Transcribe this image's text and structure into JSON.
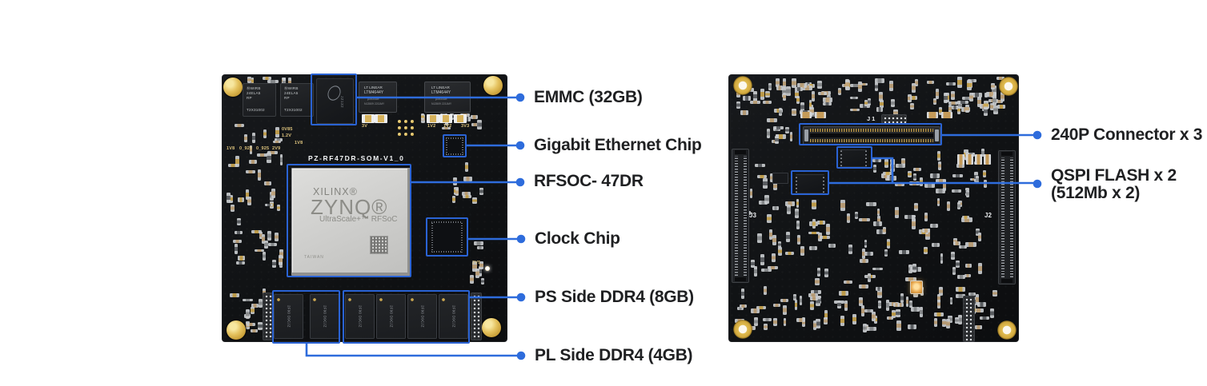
{
  "figure": {
    "description": "SOM module front and back board photos with component callouts",
    "front_board": {
      "silkscreen_title": "PZ-RF47DR-SOM-V1_0",
      "soc": {
        "brand": "XILINX®",
        "family": "ZYNQ®",
        "subtitle": "UltraScale+™ RFSoC",
        "origin": "TAIWAN"
      },
      "power_module": {
        "maker": "LT LINEAR",
        "part": "LTM4644Y",
        "sub": "µModule",
        "code": "N13509  2211MY"
      },
      "inductor": {
        "l1": "ⓂWIRB",
        "l2": "24ELA5",
        "l3": "RP",
        "part": "T2X31002"
      },
      "emmc_marking": "JZ132",
      "ddr_marking": "2F90 D9CJZ",
      "voltage_labels": [
        "1V8",
        "0_925",
        "0_925",
        "2V9",
        "0V85",
        "1.2V",
        "1V8",
        "3V",
        "1V2",
        "1V2",
        "3V3",
        "2V5"
      ]
    },
    "back_board": {
      "j1": "J1",
      "j2": "J2",
      "j3": "J3"
    },
    "callouts": [
      {
        "id": "emmc",
        "label": "EMMC (32GB)"
      },
      {
        "id": "eth",
        "label": "Gigabit Ethernet Chip"
      },
      {
        "id": "rfsoc",
        "label": "RFSOC- 47DR"
      },
      {
        "id": "clock",
        "label": "Clock Chip"
      },
      {
        "id": "ps-ddr",
        "label": "PS Side DDR4 (8GB)"
      },
      {
        "id": "pl-ddr",
        "label": "PL Side DDR4 (4GB)"
      },
      {
        "id": "conn240",
        "label": "240P Connector x 3"
      },
      {
        "id": "qspi",
        "label": "QSPI FLASH x 2",
        "label2": "(512Mb x 2)"
      }
    ],
    "colors": {
      "callout": "#2e6cdc",
      "outline_box": "#2a63d4",
      "label_text": "#1f2022",
      "board": "#121417",
      "gold": "#d8b44a"
    }
  }
}
